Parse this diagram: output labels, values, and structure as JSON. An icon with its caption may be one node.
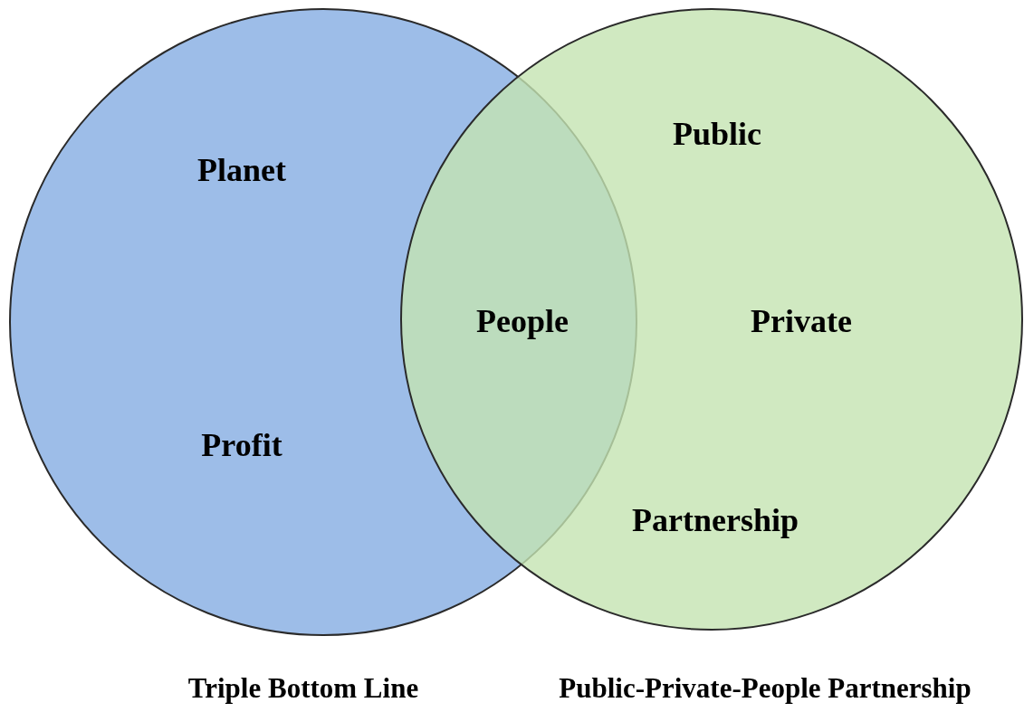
{
  "diagram": {
    "nodes": [
      {
        "text": [
          "Triple Bottom Line"
        ]
      },
      {
        "text": [
          "Public-Private-People Partnership"
        ]
      }
    ],
    "labels": [
      "Public",
      "Planet",
      "People",
      "Private",
      "Profit",
      "Partnership"
    ]
  }
}
